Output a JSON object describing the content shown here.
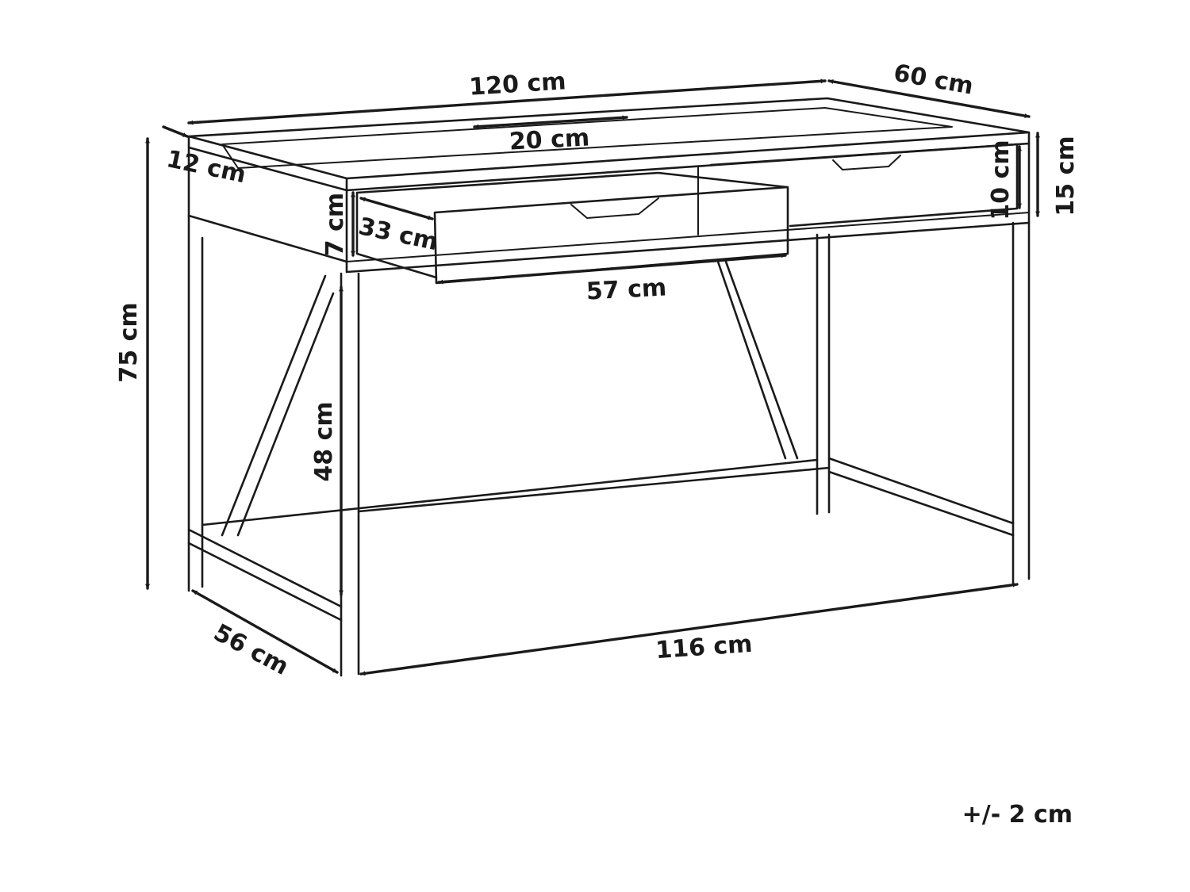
{
  "labels": {
    "width_total": "120 cm",
    "depth_total": "60 cm",
    "cable_slot": "20 cm",
    "slot_depth": "12 cm",
    "height_total": "75 cm",
    "drawer_front_height": "10 cm",
    "apron_height": "15 cm",
    "drawer_inner_height": "7 cm",
    "drawer_depth": "33 cm",
    "drawer_width": "57 cm",
    "leg_clearance": "48 cm",
    "frame_depth": "56 cm",
    "frame_width": "116 cm",
    "tolerance": "+/- 2 cm"
  }
}
